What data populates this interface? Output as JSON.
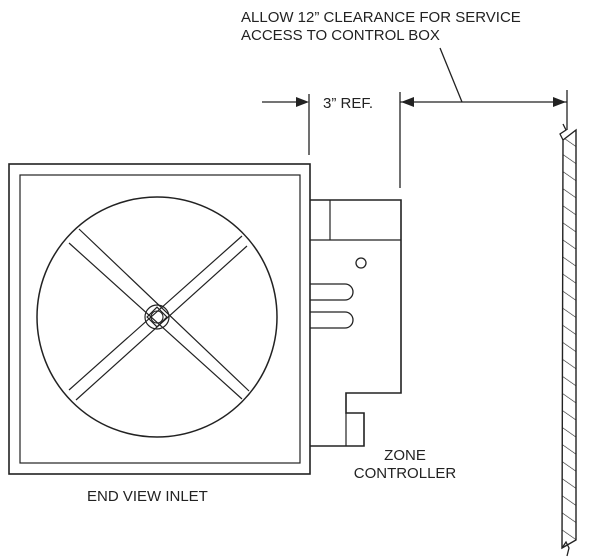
{
  "labels": {
    "clearance_line1": "ALLOW 12” CLEARANCE FOR SERVICE",
    "clearance_line2": "ACCESS TO CONTROL BOX",
    "ref_dimension": "3” REF.",
    "zone_line1": "ZONE",
    "zone_line2": "CONTROLLER",
    "end_view": "END VIEW INLET"
  },
  "colors": {
    "line": "#222222",
    "background": "#ffffff"
  }
}
